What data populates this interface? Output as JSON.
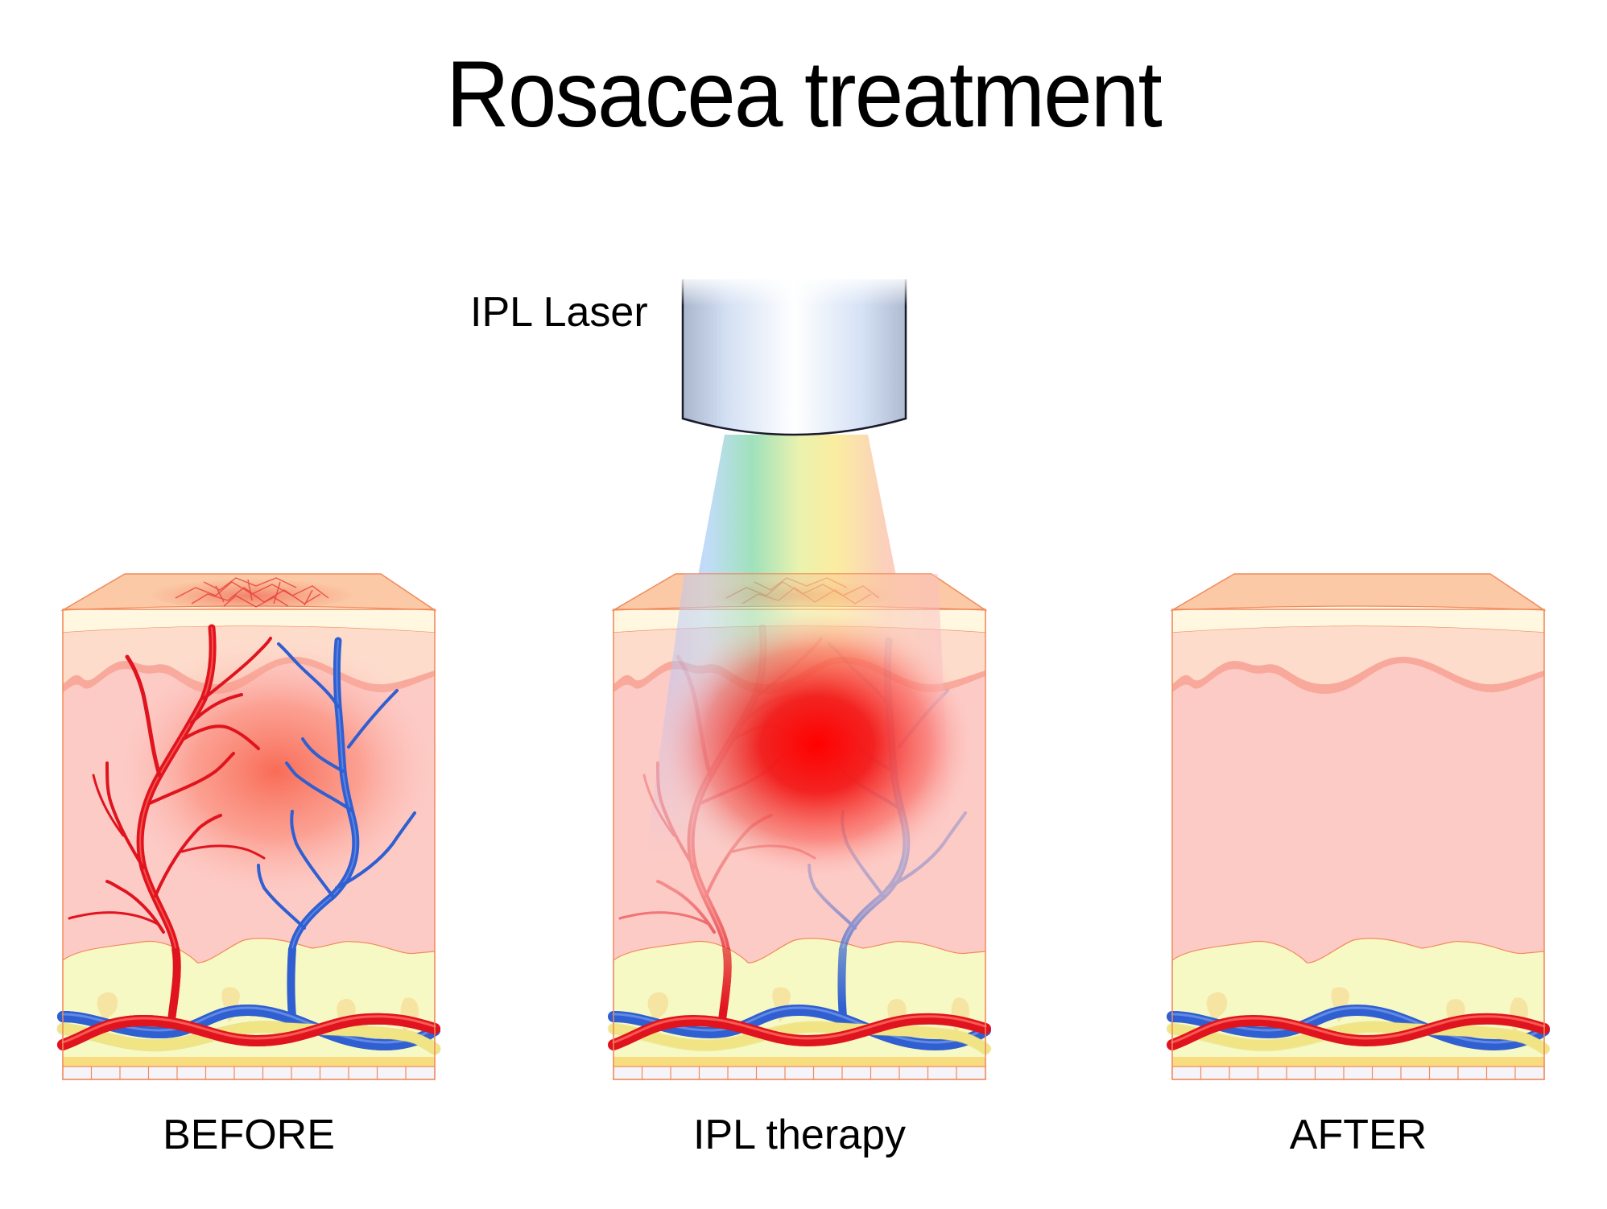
{
  "title": "Rosacea treatment",
  "device": {
    "label": "IPL Laser",
    "icon": "laser-handpiece-cylinder",
    "beam": "broad-spectrum-rainbow-light"
  },
  "panels": [
    {
      "id": "before",
      "label": "BEFORE",
      "features": [
        "dilated capillaries on skin surface",
        "red arteriole tree",
        "blue venule tree",
        "diffuse red inflammation"
      ]
    },
    {
      "id": "therapy",
      "label": "IPL therapy",
      "features": [
        "IPL light beam penetrating skin",
        "intense red heat spot",
        "fading vessels"
      ]
    },
    {
      "id": "after",
      "label": "AFTER",
      "features": [
        "clear skin surface",
        "no visible dilated vessels"
      ]
    }
  ],
  "colors": {
    "top_face": "#fbc9a6",
    "stratum": "#fff7e0",
    "epidermis": "#fddccc",
    "basal_line": "#f7a596",
    "dermis": "#fdcbc6",
    "border": "#f08a5c",
    "fat": "#f7f9c4",
    "artery": "#e0141e",
    "vein": "#2f5fd0",
    "nerve": "#f8ee90",
    "inflammation": "#ff0000"
  }
}
